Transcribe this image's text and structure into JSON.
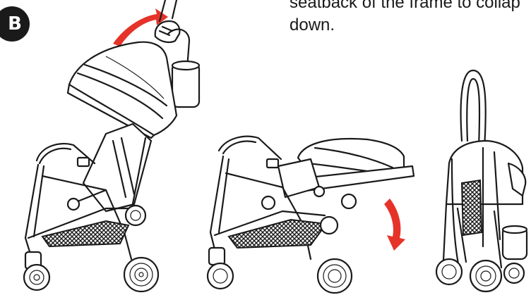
{
  "step": {
    "label": "B"
  },
  "instruction": {
    "line1": "seatback of the frame to collap",
    "line2": "down."
  },
  "colors": {
    "arrow": "#e63329",
    "ink": "#1a1a1a",
    "badge": "#1a1a1a"
  },
  "figures": [
    {
      "name": "stroller-unfolded-with-hand",
      "icon": "stroller-unfolded"
    },
    {
      "name": "stroller-seat-collapsing",
      "icon": "stroller-half-folded"
    },
    {
      "name": "stroller-folded",
      "icon": "stroller-folded"
    }
  ]
}
